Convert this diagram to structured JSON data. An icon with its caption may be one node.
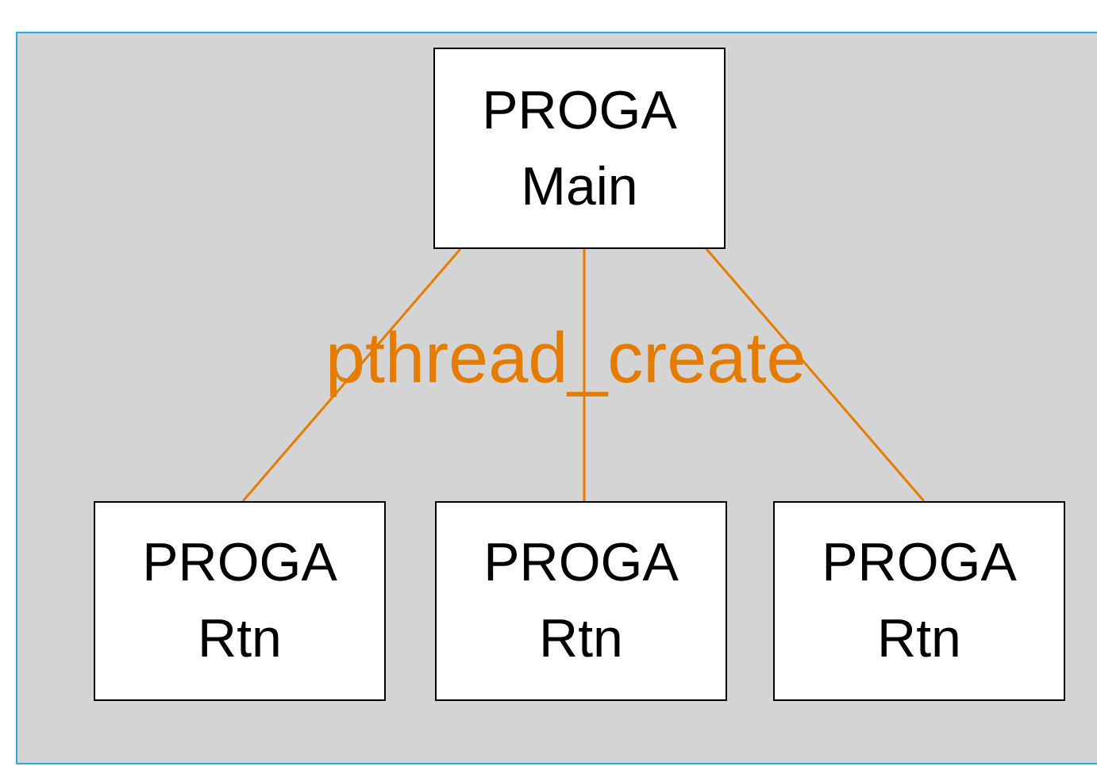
{
  "diagram": {
    "nodes": [
      {
        "text": [
          "PROGA Main"
        ]
      },
      {
        "text": [
          "PROGA Rtn"
        ]
      },
      {
        "text": [
          "PROGA Rtn"
        ]
      },
      {
        "text": [
          "PROGA Rtn"
        ]
      }
    ],
    "edges": [
      {
        "from": 0,
        "to": 1,
        "arrow": "none"
      },
      {
        "from": 0,
        "to": 2,
        "arrow": "none"
      },
      {
        "from": 0,
        "to": 3,
        "arrow": "none"
      }
    ],
    "labels": [
      "pthread_create"
    ]
  }
}
